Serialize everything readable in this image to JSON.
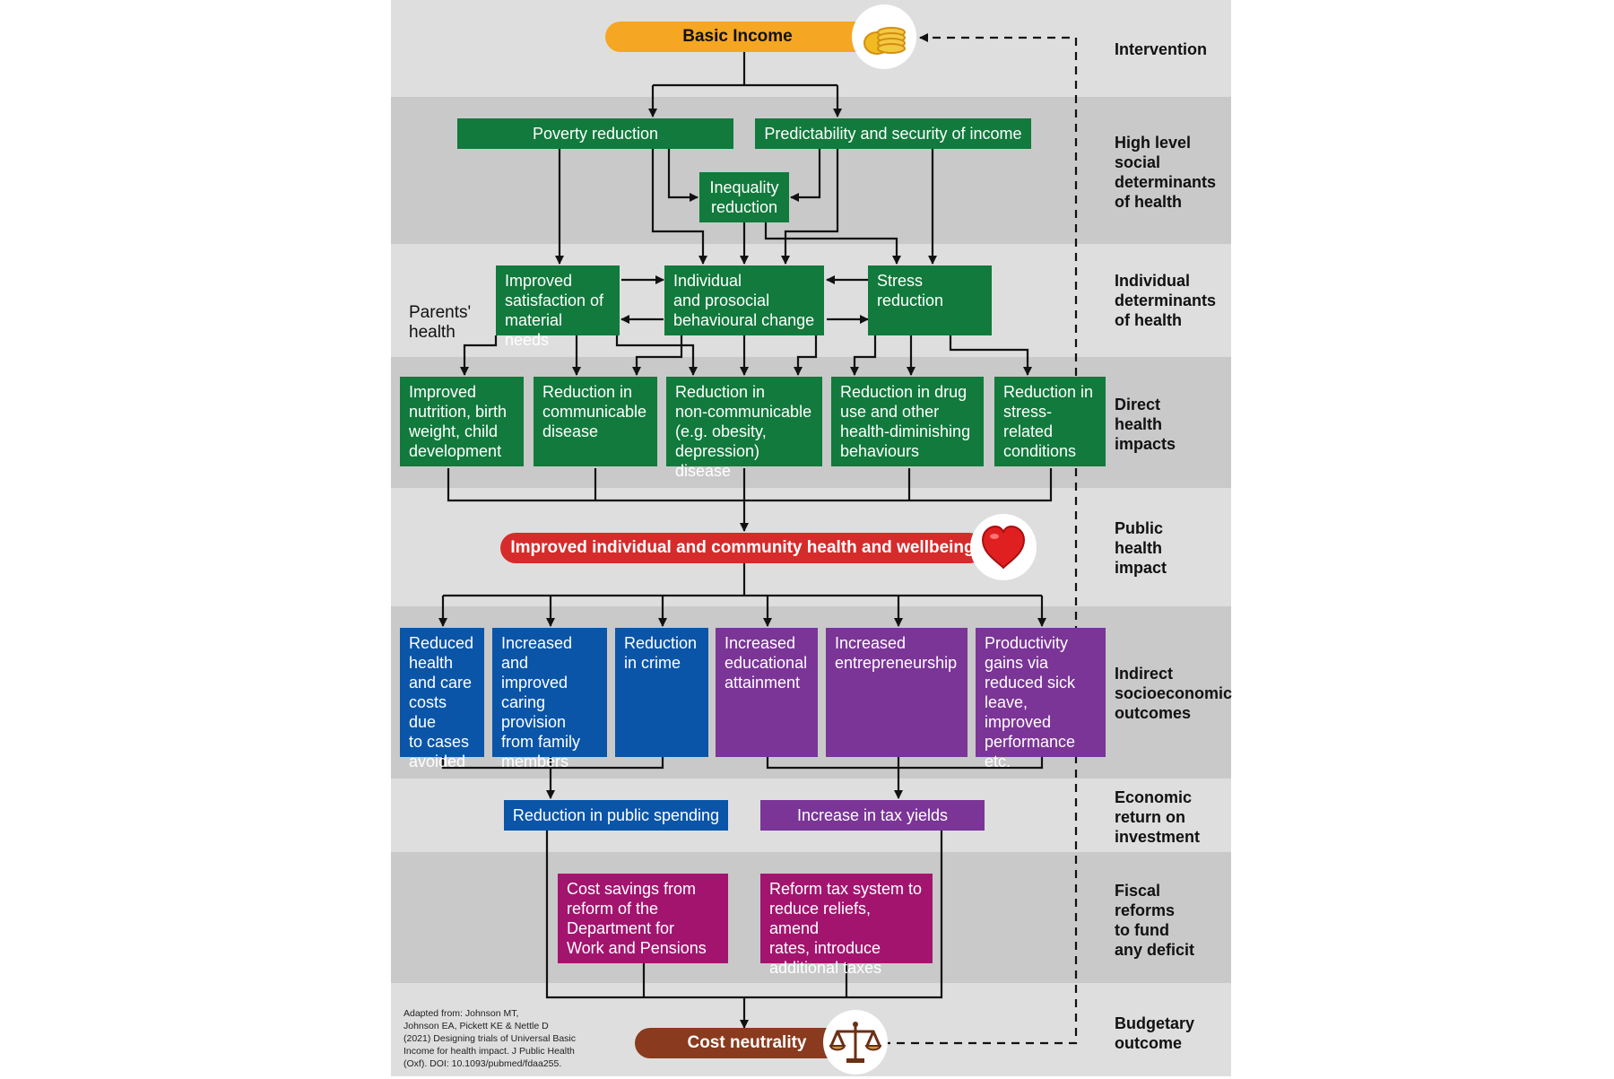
{
  "colors": {
    "intervention": "#f5a623",
    "determinant_boxes": "#117a3c",
    "blue_outcomes": "#0a55a8",
    "purple_outcomes": "#7a3596",
    "fiscal_reforms": "#a3146f",
    "public_health_bar": "#d62b2b",
    "budgetary_bar": "#8a3a1e"
  },
  "icons": {
    "coins": "coins-icon",
    "heart": "heart-icon",
    "scales": "scales-icon"
  },
  "stages": {
    "intervention": "Intervention",
    "high_level": "High level\nsocial\ndeterminants\nof health",
    "individual": "Individual\ndeterminants\nof health",
    "direct": "Direct\nhealth\nimpacts",
    "public_health": "Public\nhealth\nimpact",
    "indirect": "Indirect\nsocioeconomic\noutcomes",
    "economic": "Economic\nreturn on\ninvestment",
    "fiscal": "Fiscal\nreforms\nto fund\nany deficit",
    "budgetary": "Budgetary\noutcome"
  },
  "nodes": {
    "basic_income": "Basic Income",
    "poverty_reduction": "Poverty reduction",
    "predictability": "Predictability and security of income",
    "inequality_reduction": "Inequality\nreduction",
    "improved_satisfaction": "Improved\nsatisfaction of\nmaterial needs",
    "behavioural_change": "Individual\nand prosocial\nbehavioural change",
    "stress_reduction": "Stress\nreduction",
    "parents_health": "Parents'\nhealth",
    "nutrition": "Improved\nnutrition, birth\nweight, child\ndevelopment",
    "communicable": "Reduction in\ncommunicable\ndisease",
    "non_communicable": "Reduction in\nnon-communicable\n(e.g. obesity,\ndepression) disease",
    "drug_use": "Reduction in drug\nuse and other\nhealth-diminishing\nbehaviours",
    "stress_conditions": "Reduction in\nstress-related\nconditions",
    "wellbeing": "Improved individual and community health and wellbeing",
    "health_costs": "Reduced\nhealth\nand care\ncosts due\nto cases\navoided",
    "caring_provision": "Increased\nand improved\ncaring\nprovision\nfrom family\nmembers",
    "crime": "Reduction\nin crime",
    "education": "Increased\neducational\nattainment",
    "entrepreneurship": "Increased\nentrepreneurship",
    "productivity": "Productivity\ngains via\nreduced sick\nleave, improved\nperformance\netc.",
    "public_spending": "Reduction in public spending",
    "tax_yields": "Increase in tax yields",
    "dwp_savings": "Cost savings from\nreform of the\nDepartment for\nWork and Pensions",
    "tax_reform": "Reform tax system to\nreduce reliefs, amend\nrates, introduce\nadditional taxes",
    "cost_neutrality": "Cost neutrality"
  },
  "source": "Adapted from: Johnson MT,\nJohnson EA, Pickett KE & Nettle D\n(2021) Designing trials of Universal Basic\nIncome for health impact. J Public Health\n(Oxf). DOI: 10.1093/pubmed/fdaa255."
}
